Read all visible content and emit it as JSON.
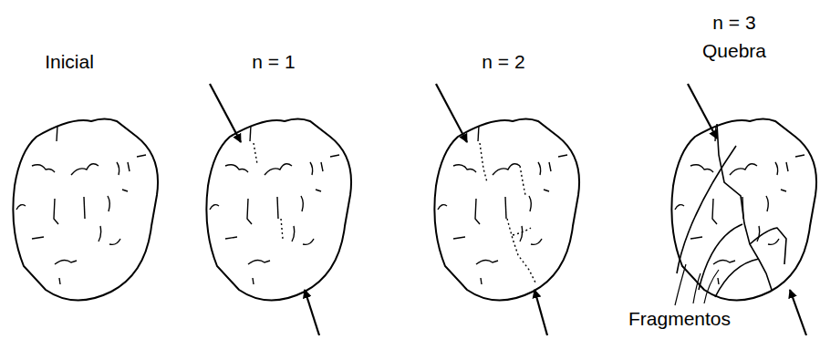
{
  "diagram": {
    "labels": [
      "Inicial",
      "n = 1",
      "n = 2",
      "n = 3",
      "Quebra",
      "Fragmentos"
    ]
  }
}
